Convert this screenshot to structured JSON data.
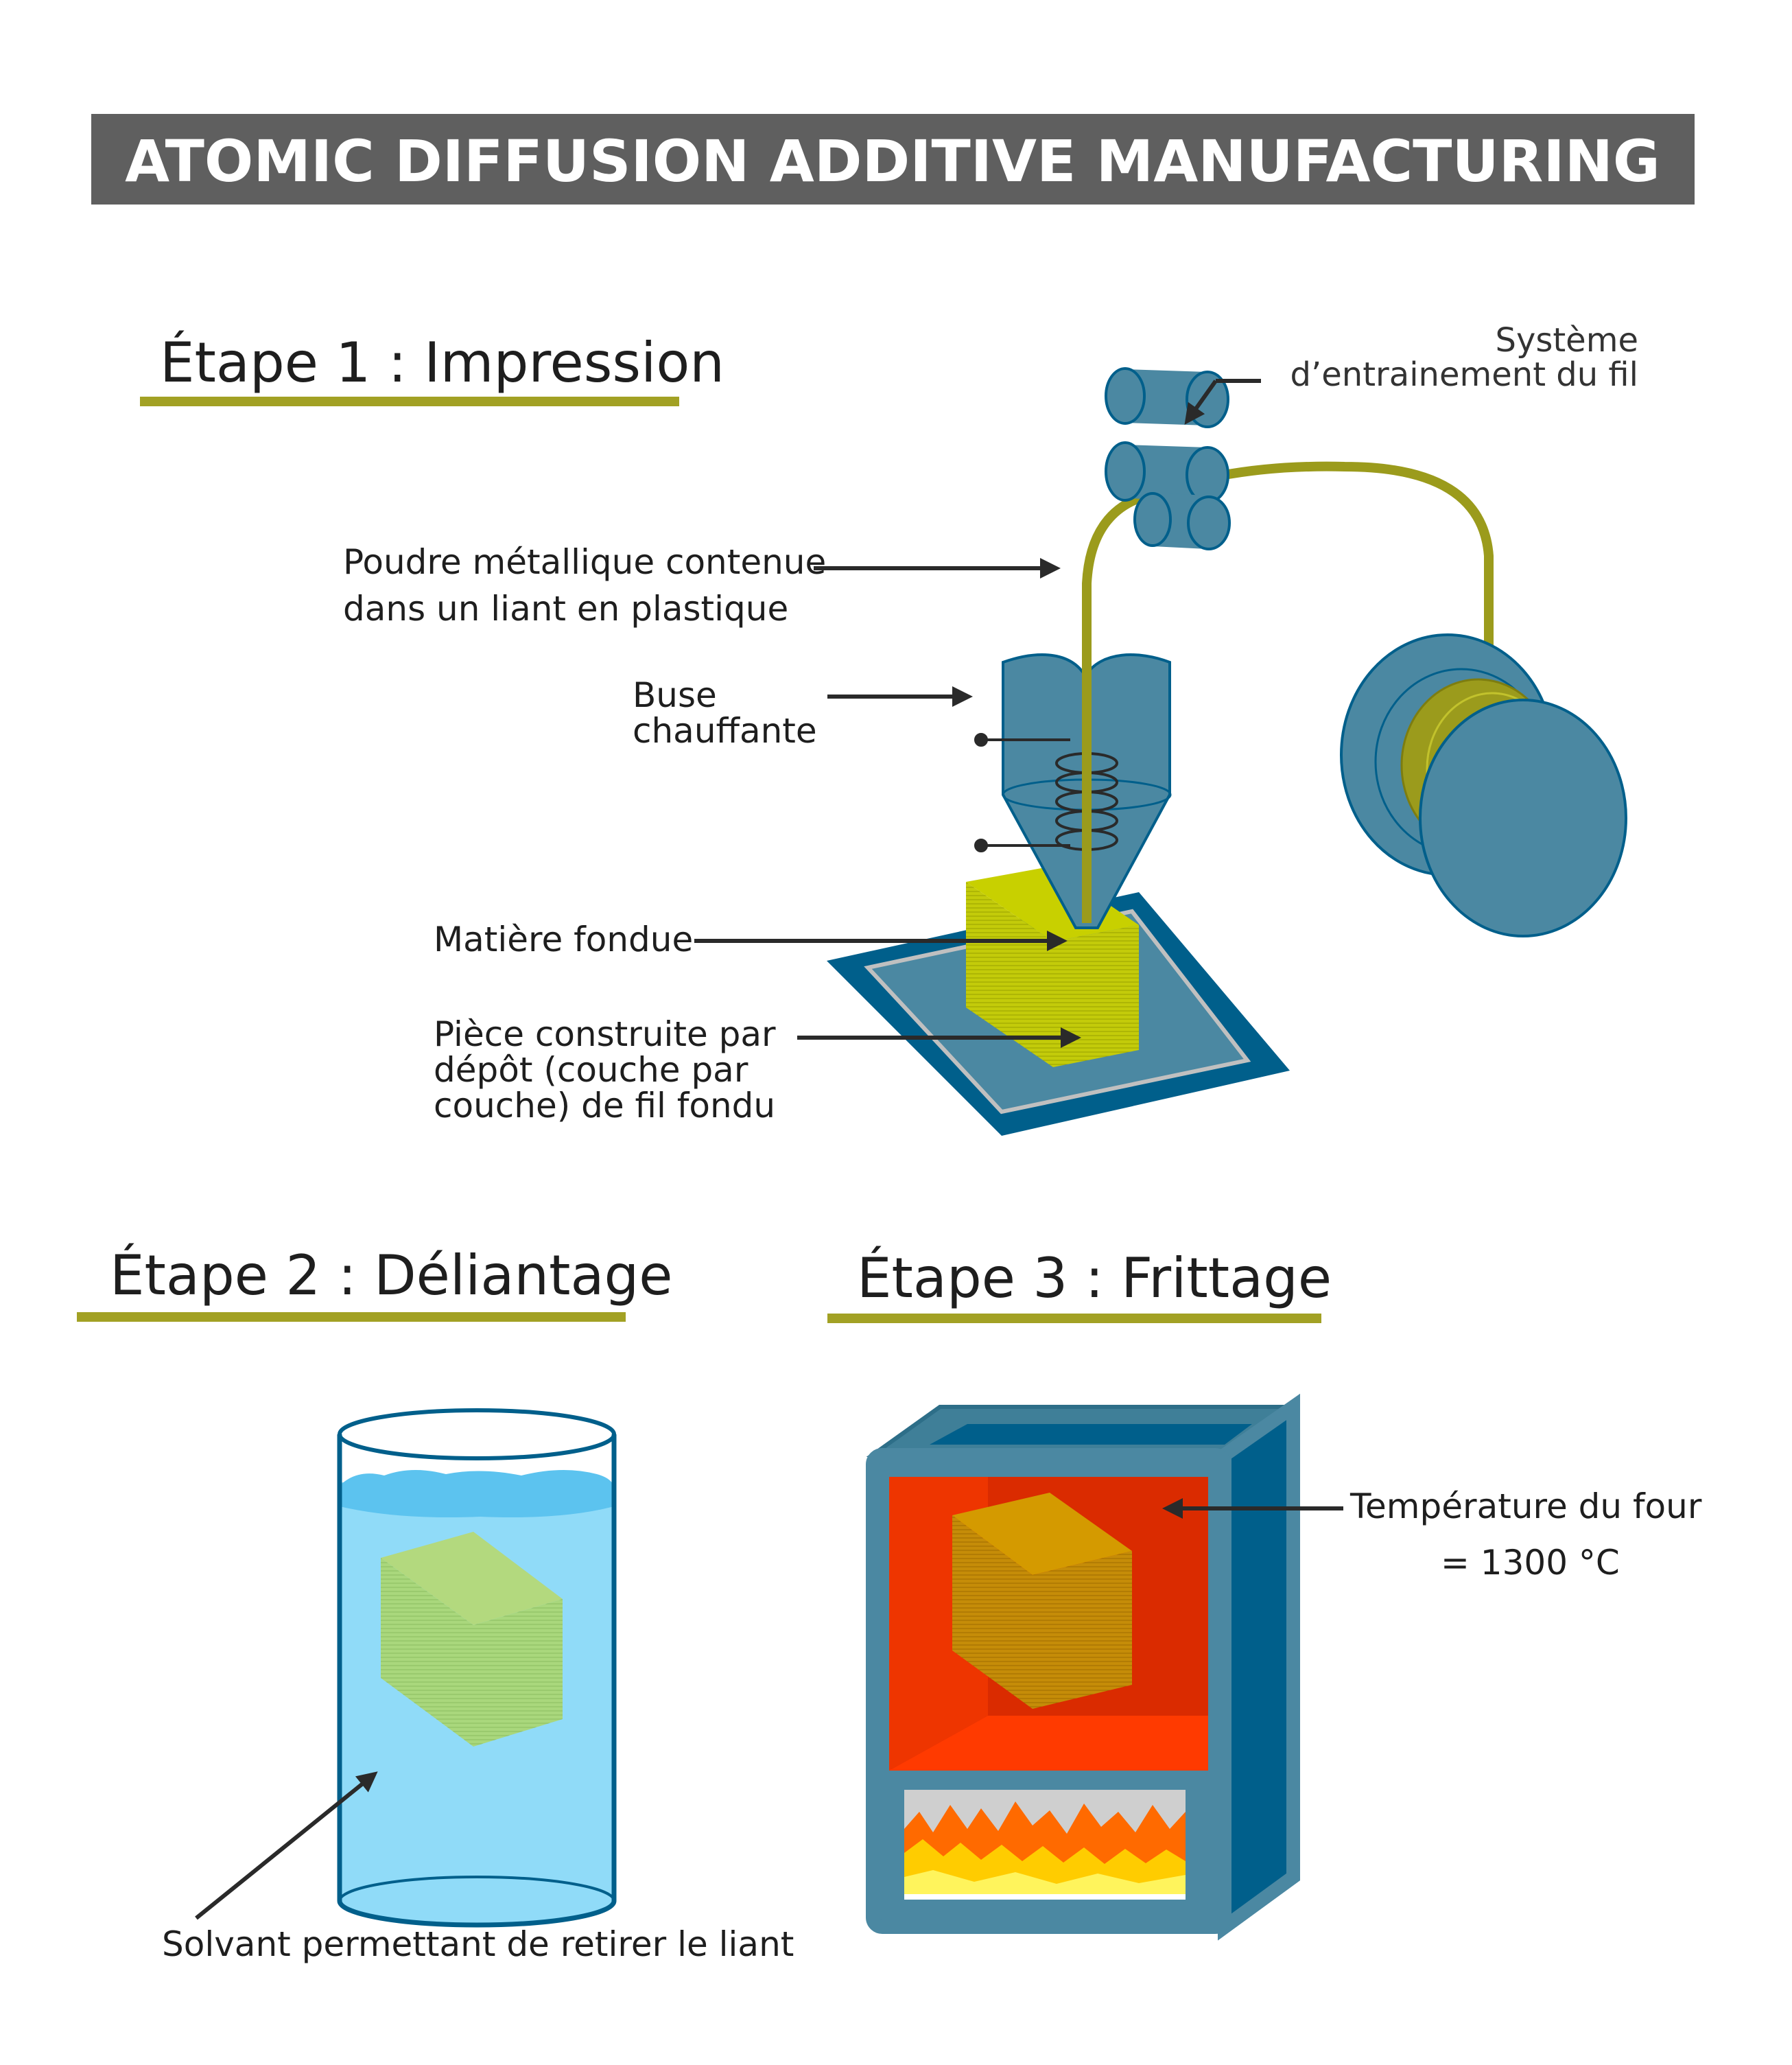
{
  "title": "ATOMIC DIFFUSION ADDITIVE MANUFACTURING",
  "steps": {
    "step1": "Étape 1 : Impression",
    "step2": "Étape 2 : Déliantage",
    "step3": "Étape 3 : Frittage"
  },
  "labels": {
    "wire_drive": [
      "Système",
      "d’entrainement du fil"
    ],
    "metal_powder": [
      "Poudre métallique contenue",
      "dans un liant en plastique"
    ],
    "heated_nozzle": [
      "Buse",
      "chauffante"
    ],
    "molten_material": "Matière fondue",
    "built_part": [
      "Pièce construite par",
      "dépôt (couche par",
      "couche) de fil fondu"
    ],
    "solvent": "Solvant permettant de retirer le liant",
    "oven_temperature": [
      "Température du four",
      "= 1300 °C"
    ]
  },
  "colors": {
    "banner": "#5f5f5f",
    "underline": "#a2a124",
    "machine_blue": "#4b88a2",
    "dark_blue": "#005f8b",
    "filament": "#9b9b1c",
    "part_yellow": "#c8d000",
    "solvent": "#90dbf8",
    "oven_red": "#da2b00",
    "sintered_part": "#d49a00",
    "arrow": "#2a2a2a"
  }
}
